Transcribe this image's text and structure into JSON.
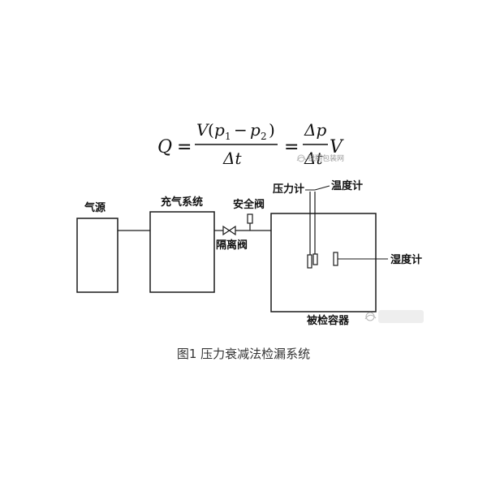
{
  "formula": {
    "lhs": "Q",
    "eq": "=",
    "num1": {
      "v": "V",
      "lp": "(",
      "p1": "p",
      "sub1": "1",
      "minus": "−",
      "p2": "p",
      "sub2": "2",
      "rp": ")"
    },
    "den1": "Δt",
    "num2": "Δp",
    "den2": "Δt",
    "tail": "V"
  },
  "diagram": {
    "labels": {
      "gas_source": "气源",
      "charging_system": "充气系统",
      "safety_valve": "安全阀",
      "isolation_valve": "隔离阀",
      "pressure_gauge": "压力计",
      "thermometer_top": "温度计",
      "hygrometer": "湿度计",
      "test_container": "被检容器"
    }
  },
  "caption": "图1 压力衰减法检漏系统",
  "watermark": {
    "text": "锐翔包装网"
  },
  "colors": {
    "line": "#1a1a1a",
    "caption": "#333333",
    "watermark": "#9a9a9a"
  }
}
